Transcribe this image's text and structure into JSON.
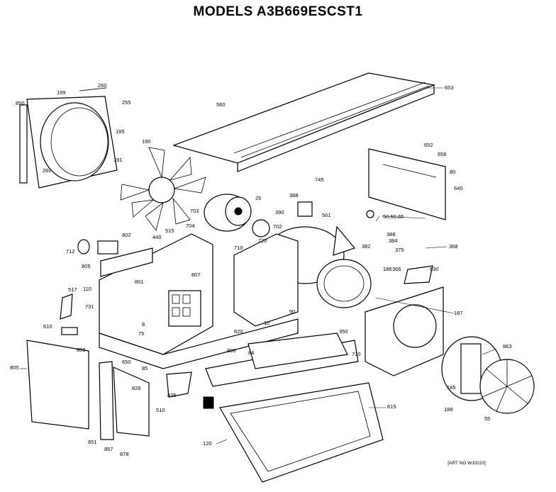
{
  "title": "MODELS A3B669ESCST1",
  "art_no": "[ART NO WJ0220]",
  "labels": [
    {
      "id": "p850",
      "text": "850"
    },
    {
      "id": "p199",
      "text": "199"
    },
    {
      "id": "p260",
      "text": "260"
    },
    {
      "id": "p255",
      "text": "255"
    },
    {
      "id": "p185a",
      "text": "185"
    },
    {
      "id": "p260b",
      "text": "260"
    },
    {
      "id": "p190",
      "text": "190"
    },
    {
      "id": "p191",
      "text": "191"
    },
    {
      "id": "p560",
      "text": "560"
    },
    {
      "id": "p653",
      "text": "653"
    },
    {
      "id": "p652",
      "text": "652"
    },
    {
      "id": "p656",
      "text": "656"
    },
    {
      "id": "p80",
      "text": "80"
    },
    {
      "id": "p640",
      "text": "640"
    },
    {
      "id": "p745",
      "text": "745"
    },
    {
      "id": "p388",
      "text": "388"
    },
    {
      "id": "p390",
      "text": "390"
    },
    {
      "id": "p561",
      "text": "561"
    },
    {
      "id": "p506061",
      "text": "50,60,65"
    },
    {
      "id": "p25",
      "text": "25"
    },
    {
      "id": "p703",
      "text": "703"
    },
    {
      "id": "p704",
      "text": "704"
    },
    {
      "id": "p702",
      "text": "702"
    },
    {
      "id": "p515",
      "text": "515"
    },
    {
      "id": "p802",
      "text": "802"
    },
    {
      "id": "p440",
      "text": "440"
    },
    {
      "id": "p712",
      "text": "712"
    },
    {
      "id": "p805a",
      "text": "805"
    },
    {
      "id": "p807",
      "text": "807"
    },
    {
      "id": "p801",
      "text": "801"
    },
    {
      "id": "p710",
      "text": "710"
    },
    {
      "id": "p720",
      "text": "720"
    },
    {
      "id": "p382",
      "text": "382"
    },
    {
      "id": "p388b",
      "text": "388"
    },
    {
      "id": "p384",
      "text": "384"
    },
    {
      "id": "p375",
      "text": "375"
    },
    {
      "id": "p366",
      "text": "366"
    },
    {
      "id": "p368",
      "text": "368"
    },
    {
      "id": "p630",
      "text": "630"
    },
    {
      "id": "p186",
      "text": "186"
    },
    {
      "id": "p187",
      "text": "187"
    },
    {
      "id": "p517",
      "text": "517"
    },
    {
      "id": "p110",
      "text": "110"
    },
    {
      "id": "p731",
      "text": "731"
    },
    {
      "id": "p610",
      "text": "610"
    },
    {
      "id": "p75",
      "text": "75"
    },
    {
      "id": "p8",
      "text": "8"
    },
    {
      "id": "p820",
      "text": "820"
    },
    {
      "id": "p10",
      "text": "10"
    },
    {
      "id": "p90",
      "text": "90"
    },
    {
      "id": "p350",
      "text": "350"
    },
    {
      "id": "p85",
      "text": "85"
    },
    {
      "id": "p805b",
      "text": "805"
    },
    {
      "id": "p808",
      "text": "808"
    },
    {
      "id": "p650",
      "text": "650"
    },
    {
      "id": "p84",
      "text": "84"
    },
    {
      "id": "p835",
      "text": "835"
    },
    {
      "id": "p730",
      "text": "730"
    },
    {
      "id": "p826",
      "text": "826"
    },
    {
      "id": "p510",
      "text": "510"
    },
    {
      "id": "p851",
      "text": "851"
    },
    {
      "id": "p857",
      "text": "857"
    },
    {
      "id": "p878",
      "text": "878"
    },
    {
      "id": "p120",
      "text": "120"
    },
    {
      "id": "p615",
      "text": "615"
    },
    {
      "id": "p185b",
      "text": "185"
    },
    {
      "id": "p188",
      "text": "188"
    },
    {
      "id": "p55",
      "text": "55"
    },
    {
      "id": "p863",
      "text": "863"
    },
    {
      "id": "p806",
      "text": "806"
    }
  ]
}
